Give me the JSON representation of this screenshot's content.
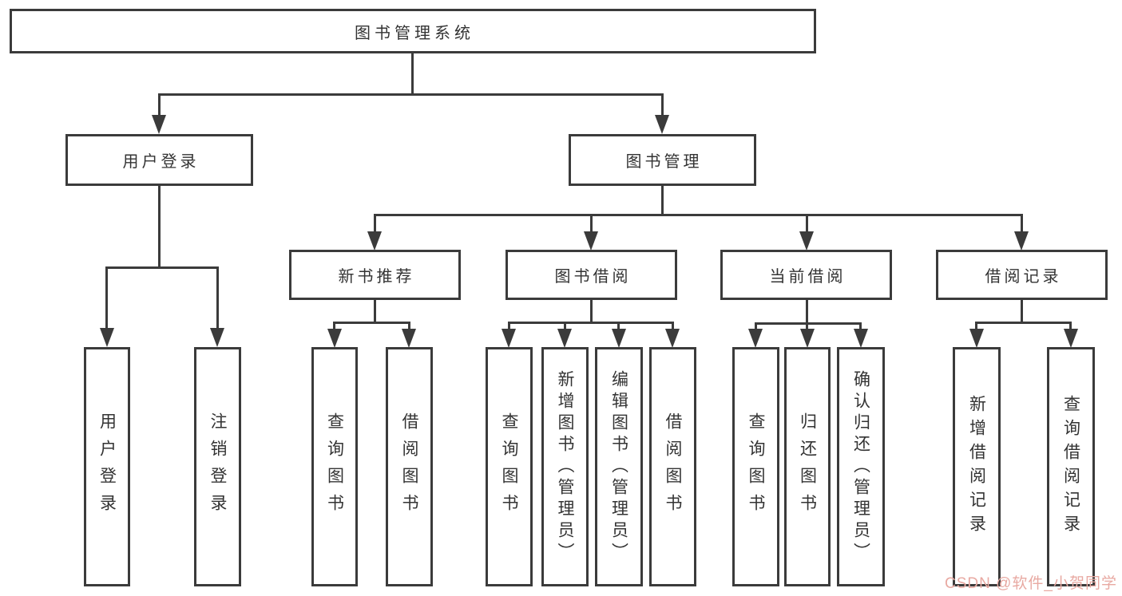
{
  "diagram": {
    "title": "图书管理系统",
    "root": {
      "label": "图书管理系统"
    },
    "level2": [
      {
        "label": "用户登录"
      },
      {
        "label": "图书管理"
      }
    ],
    "level3": [
      {
        "label": "新书推荐",
        "parent": "图书管理"
      },
      {
        "label": "图书借阅",
        "parent": "图书管理"
      },
      {
        "label": "当前借阅",
        "parent": "图书管理"
      },
      {
        "label": "借阅记录",
        "parent": "图书管理"
      }
    ],
    "leaves": [
      {
        "label": "用户登录",
        "parent": "用户登录"
      },
      {
        "label": "注销登录",
        "parent": "用户登录"
      },
      {
        "label": "查询图书",
        "parent": "新书推荐"
      },
      {
        "label": "借阅图书",
        "parent": "新书推荐"
      },
      {
        "label": "查询图书",
        "parent": "图书借阅"
      },
      {
        "label": "新增图书（管理员）",
        "parent": "图书借阅"
      },
      {
        "label": "编辑图书（管理员）",
        "parent": "图书借阅"
      },
      {
        "label": "借阅图书",
        "parent": "图书借阅"
      },
      {
        "label": "查询图书",
        "parent": "当前借阅"
      },
      {
        "label": "归还图书",
        "parent": "当前借阅"
      },
      {
        "label": "确认归还（管理员）",
        "parent": "当前借阅"
      },
      {
        "label": "新增借阅记录",
        "parent": "借阅记录"
      },
      {
        "label": "查询借阅记录",
        "parent": "借阅记录"
      }
    ]
  },
  "watermark": {
    "text": "CSDN @软件_小贺同学",
    "color": "#e8a9a2"
  },
  "colors": {
    "line": "#3b3b3b",
    "box_border": "#3b3b3b",
    "text": "#333333",
    "background": "#ffffff"
  }
}
